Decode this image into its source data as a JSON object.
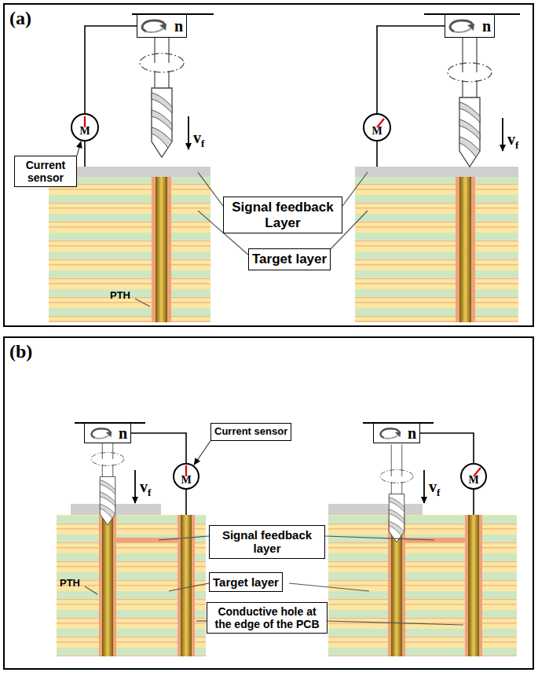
{
  "diagram": {
    "nodes": [
      {
        "text": [
          "(a)"
        ]
      },
      {
        "text": [
          "n"
        ],
        "in": 0
      },
      {
        "text": [
          "M"
        ],
        "in": 0
      },
      {
        "text": [
          "Current sensor"
        ],
        "in": 0
      },
      {
        "text": [
          "n"
        ],
        "in": 0
      },
      {
        "text": [
          "M"
        ],
        "in": 0
      },
      {
        "text": [
          "Signal feedback Layer"
        ],
        "in": 0
      },
      {
        "text": [
          "Target layer"
        ],
        "in": 0
      },
      {
        "text": [
          "(b)"
        ]
      },
      {
        "text": [
          "n"
        ],
        "in": 8
      },
      {
        "text": [
          "M"
        ],
        "in": 8
      },
      {
        "text": [
          "Current sensor"
        ],
        "in": 8
      },
      {
        "text": [
          "n"
        ],
        "in": 8
      },
      {
        "text": [
          "M"
        ],
        "in": 8
      },
      {
        "text": [
          "Signal feedback layer"
        ],
        "in": 8
      },
      {
        "text": [
          "Target layer"
        ],
        "in": 8
      },
      {
        "text": [
          "Conductive hole at the edge of the PCB"
        ],
        "in": 8
      }
    ],
    "edges": [
      {
        "from": 2,
        "to": 1,
        "arrow": "none"
      },
      {
        "from": 3,
        "to": 2,
        "arrow": "to"
      },
      {
        "from": 5,
        "to": 4,
        "arrow": "none"
      },
      {
        "from": 10,
        "to": 9,
        "arrow": "none"
      },
      {
        "from": 11,
        "to": 10,
        "arrow": "to"
      },
      {
        "from": 13,
        "to": 12,
        "arrow": "none"
      }
    ],
    "labels": [
      "vf",
      "vf",
      "PTH",
      "vf",
      "vf",
      "PTH"
    ]
  }
}
